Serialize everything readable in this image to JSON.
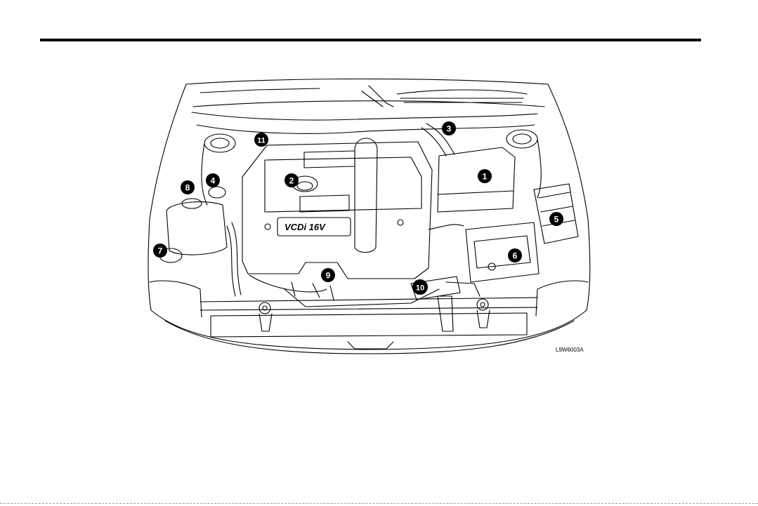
{
  "figure": {
    "engine_label": "VCDi 16V",
    "code": "L9W6003A",
    "callouts": [
      {
        "id": "callout-1",
        "label": "1"
      },
      {
        "id": "callout-2",
        "label": "2"
      },
      {
        "id": "callout-3",
        "label": "3"
      },
      {
        "id": "callout-4",
        "label": "4"
      },
      {
        "id": "callout-5",
        "label": "5"
      },
      {
        "id": "callout-6",
        "label": "6"
      },
      {
        "id": "callout-7",
        "label": "7"
      },
      {
        "id": "callout-8",
        "label": "8"
      },
      {
        "id": "callout-9",
        "label": "9"
      },
      {
        "id": "callout-10",
        "label": "10"
      },
      {
        "id": "callout-11",
        "label": "11"
      }
    ]
  }
}
